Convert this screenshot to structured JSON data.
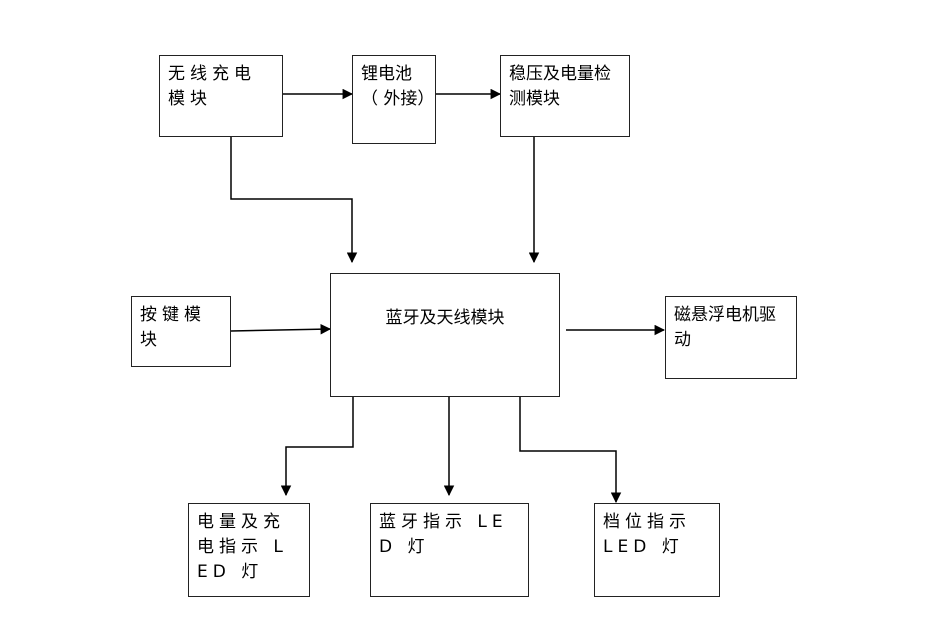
{
  "nodes": {
    "wireless_charging": "无线充电模块",
    "lithium_battery": "锂电池（  外接）",
    "regulator_detect": "稳压及电量检测模块",
    "bluetooth_antenna": "蓝牙及天线模块",
    "button": "按键模块",
    "maglev_motor": "磁悬浮电机驱动",
    "charge_led": "电量及充电指示 LED 灯",
    "bluetooth_led": "蓝牙指示 LED 灯",
    "gear_led": "档位指示 LED 灯"
  },
  "colors": {
    "line": "#000000",
    "border": "#222222"
  }
}
